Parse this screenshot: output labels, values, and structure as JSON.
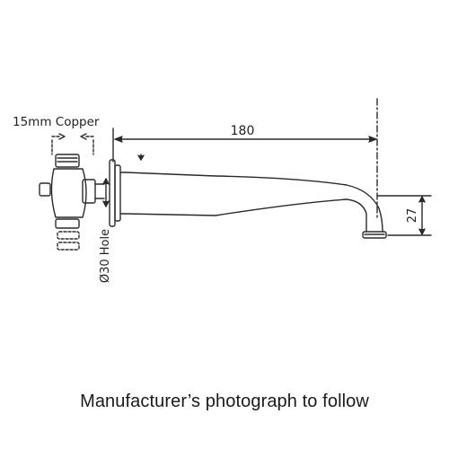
{
  "drawing": {
    "labels": {
      "pipe": "15mm Copper",
      "length": "180",
      "height": "27",
      "hole": "Ø30 Hole"
    }
  },
  "caption": "Manufacturer’s photograph to follow"
}
